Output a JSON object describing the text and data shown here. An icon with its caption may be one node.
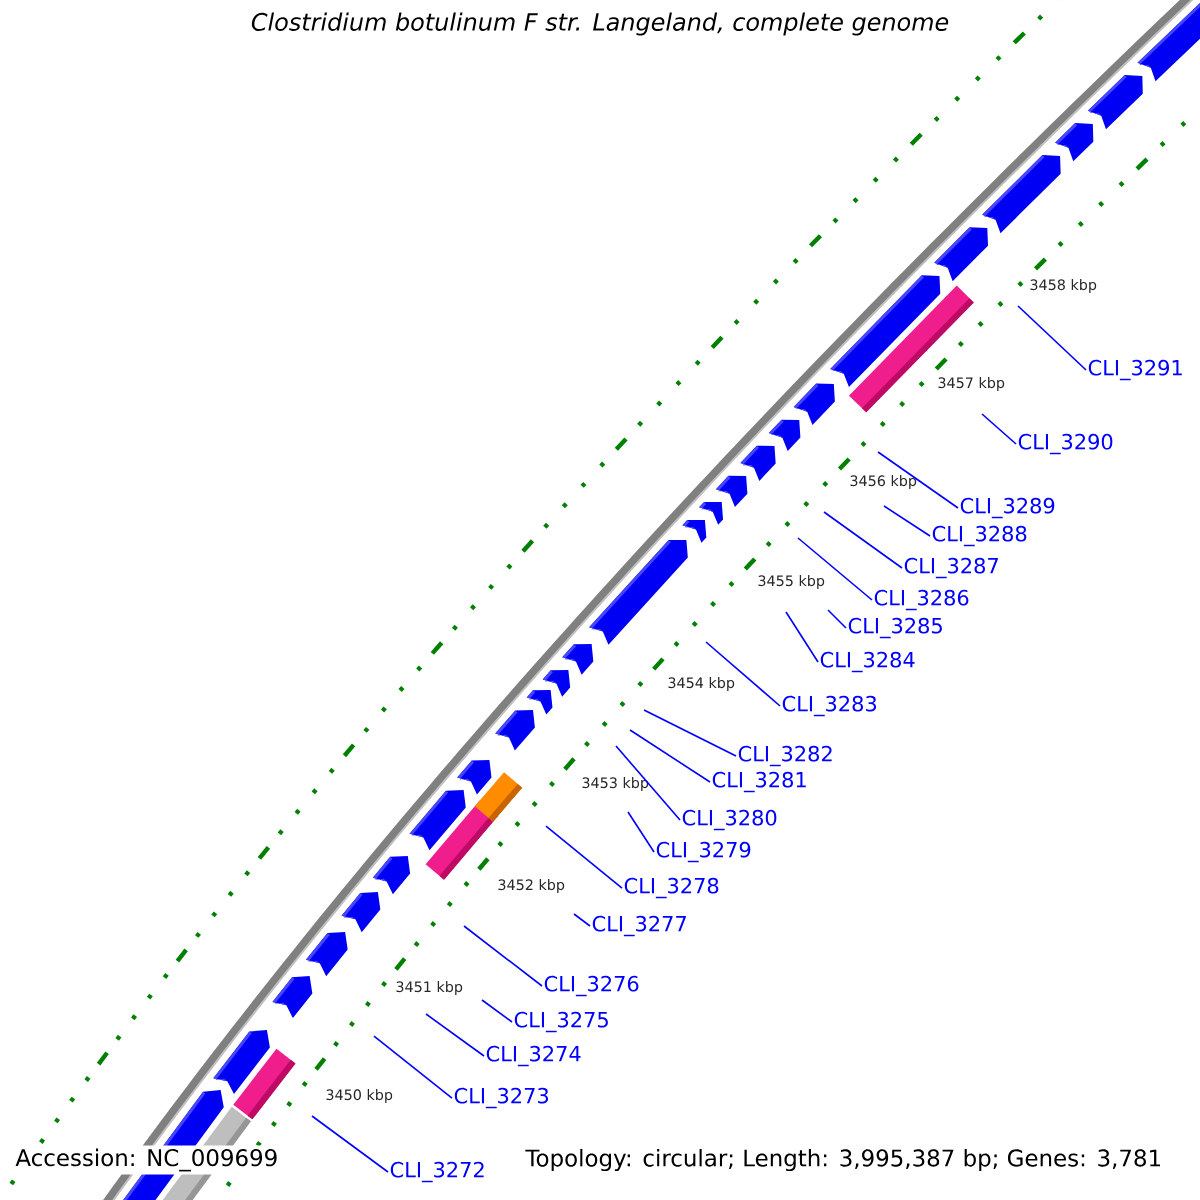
{
  "diagram": {
    "title": "Clostridium botulinum F str. Langeland, complete genome",
    "nodes": [
      {
        "text": [
          "CLI_3291"
        ]
      },
      {
        "text": [
          "CLI_3290"
        ]
      },
      {
        "text": [
          "CLI_3289"
        ]
      },
      {
        "text": [
          "CLI_3288"
        ]
      },
      {
        "text": [
          "CLI_3287"
        ]
      },
      {
        "text": [
          "CLI_3286"
        ]
      },
      {
        "text": [
          "CLI_3285"
        ]
      },
      {
        "text": [
          "CLI_3284"
        ]
      },
      {
        "text": [
          "CLI_3283"
        ]
      },
      {
        "text": [
          "CLI_3282"
        ]
      },
      {
        "text": [
          "CLI_3281"
        ]
      },
      {
        "text": [
          "CLI_3280"
        ]
      },
      {
        "text": [
          "CLI_3279"
        ]
      },
      {
        "text": [
          "CLI_3278"
        ]
      },
      {
        "text": [
          "CLI_3277"
        ]
      },
      {
        "text": [
          "CLI_3276"
        ]
      },
      {
        "text": [
          "CLI_3275"
        ]
      },
      {
        "text": [
          "CLI_3274"
        ]
      },
      {
        "text": [
          "CLI_3273"
        ]
      },
      {
        "text": [
          "CLI_3272"
        ]
      }
    ],
    "edges": [
      {
        "from": 0,
        "to": null,
        "arrow": "none"
      },
      {
        "from": 1,
        "to": null,
        "arrow": "none"
      },
      {
        "from": 2,
        "to": null,
        "arrow": "none"
      },
      {
        "from": 3,
        "to": null,
        "arrow": "none"
      },
      {
        "from": 4,
        "to": null,
        "arrow": "none"
      },
      {
        "from": 5,
        "to": null,
        "arrow": "none"
      },
      {
        "from": 6,
        "to": null,
        "arrow": "none"
      },
      {
        "from": 7,
        "to": null,
        "arrow": "none"
      },
      {
        "from": 8,
        "to": null,
        "arrow": "none"
      },
      {
        "from": 9,
        "to": null,
        "arrow": "none"
      },
      {
        "from": 10,
        "to": null,
        "arrow": "none"
      },
      {
        "from": 11,
        "to": null,
        "arrow": "none"
      },
      {
        "from": 12,
        "to": null,
        "arrow": "none"
      },
      {
        "from": 13,
        "to": null,
        "arrow": "none"
      },
      {
        "from": 14,
        "to": null,
        "arrow": "none"
      },
      {
        "from": 15,
        "to": null,
        "arrow": "none"
      },
      {
        "from": 16,
        "to": null,
        "arrow": "none"
      },
      {
        "from": 17,
        "to": null,
        "arrow": "none"
      },
      {
        "from": 18,
        "to": null,
        "arrow": "none"
      },
      {
        "from": 19,
        "to": null,
        "arrow": "none"
      }
    ],
    "labels": [
      "3458 kbp",
      "3457 kbp",
      "3456 kbp",
      "3455 kbp",
      "3454 kbp",
      "3453 kbp",
      "3452 kbp",
      "3451 kbp",
      "3450 kbp",
      "Accession: NC_009699",
      "Topology: circular; Length: 3,995,387 bp; Genes: 3,781"
    ]
  }
}
